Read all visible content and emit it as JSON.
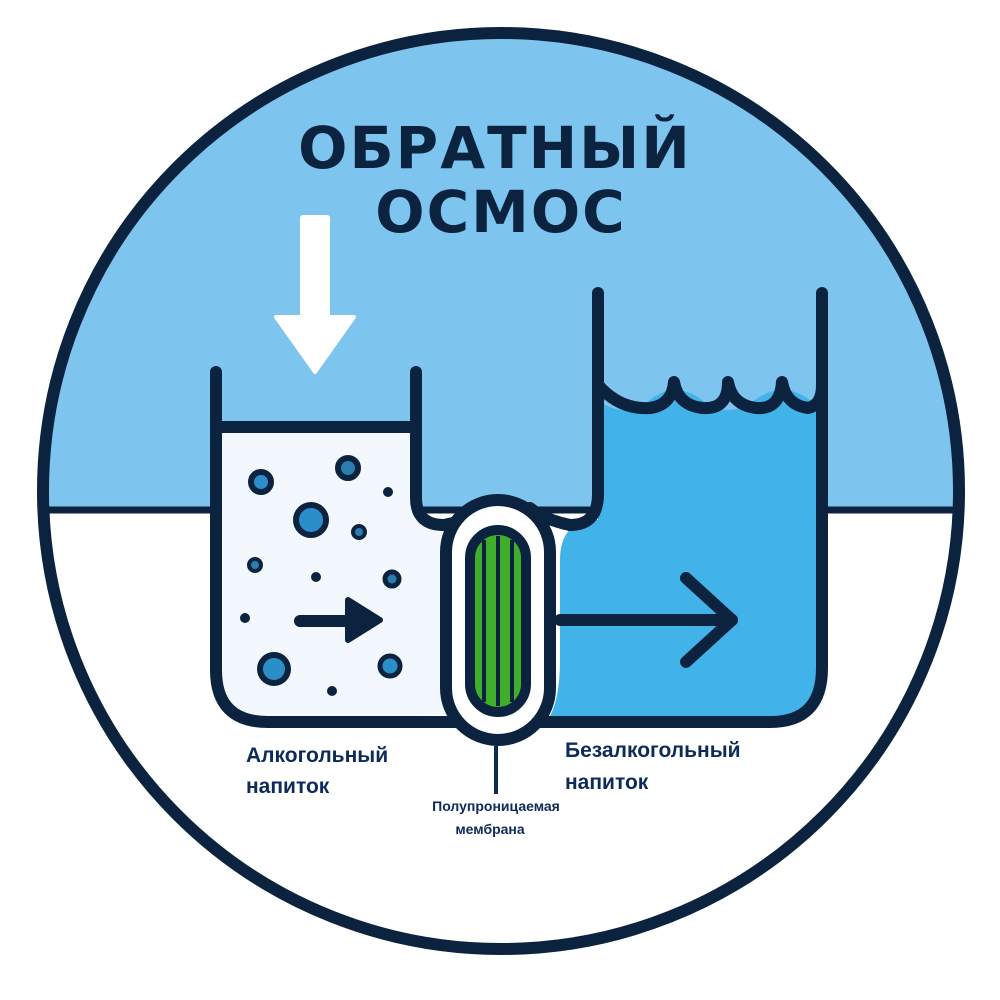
{
  "title": {
    "line1": "ОБРАТНЫЙ",
    "line2": "ОСМОС"
  },
  "labels": {
    "alcoholic": {
      "line1": "Алкогольный",
      "line2": "напиток"
    },
    "non_alcoholic": {
      "line1": "Безалкогольный",
      "line2": "напиток"
    },
    "membrane": {
      "line1": "Полупроницаемая",
      "line2": "мембрана"
    }
  },
  "icons": {
    "pressure_arrow": "arrow-down-icon",
    "flow_arrow_left": "arrow-right-icon",
    "flow_arrow_right": "chevron-arrow-right-icon",
    "membrane": "membrane-filter-icon"
  },
  "colors": {
    "outline": "#0c2340",
    "sky": "#7dc4ee",
    "water": "#41b3e8",
    "alcohol_liquid": "#f2f8fd",
    "membrane_green": "#3fae2a",
    "particle_fill": "#2a8fc9",
    "label_text": "#0c2a5a"
  }
}
